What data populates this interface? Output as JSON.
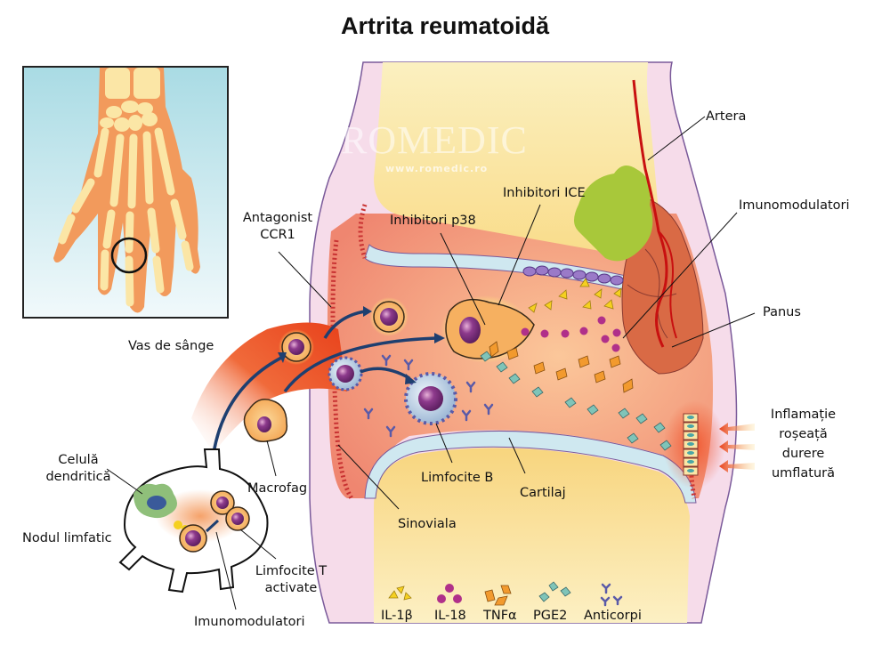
{
  "title": "Artrita reumatoidă",
  "watermark": {
    "brand": "ROMEDIC",
    "url": "www.romedic.ro"
  },
  "labels": {
    "artera": "Artera",
    "imunomodulatori_top": "Imunomodulatori",
    "panus": "Panus",
    "antagonist_line1": "Antagonist",
    "antagonist_line2": "CCR1",
    "inhibitori_p38": "Inhibitori p38",
    "inhibitori_ice": "Inhibitori ICE",
    "vas_de_sange": "Vas de sânge",
    "celula_line1": "Celulă",
    "celula_line2": "dendritică",
    "nodul_limfatic": "Nodul limfatic",
    "macrofag": "Macrofag",
    "sinoviala": "Sinoviala",
    "limfocite_b": "Limfocite B",
    "cartilaj": "Cartilaj",
    "limfocite_t_line1": "Limfocite T",
    "limfocite_t_line2": "activate",
    "imunomodulatori_bottom": "Imunomodulatori"
  },
  "symptoms": [
    "Inflamație",
    "roșeață",
    "durere",
    "umflatură"
  ],
  "legend": [
    {
      "label": "IL-1β",
      "shape": "triangle",
      "color": "#f5d020"
    },
    {
      "label": "IL-18",
      "shape": "sphere",
      "color": "#b0308a"
    },
    {
      "label": "TNFα",
      "shape": "rhombus",
      "color": "#f29a2e"
    },
    {
      "label": "PGE2",
      "shape": "square",
      "color": "#7fc4b8"
    },
    {
      "label": "Anticorpi",
      "shape": "antibody",
      "color": "#5a5aa8"
    }
  ],
  "colors": {
    "bone": "#fbe6a6",
    "synovium": "#f2957a",
    "capsule": "#f6dcea",
    "cartilage": "#cfe8f0",
    "arrow": "#1e3f70",
    "artery": "#c81010",
    "skin": "#f29a5c",
    "hand_bg": "#bfe3ea"
  }
}
